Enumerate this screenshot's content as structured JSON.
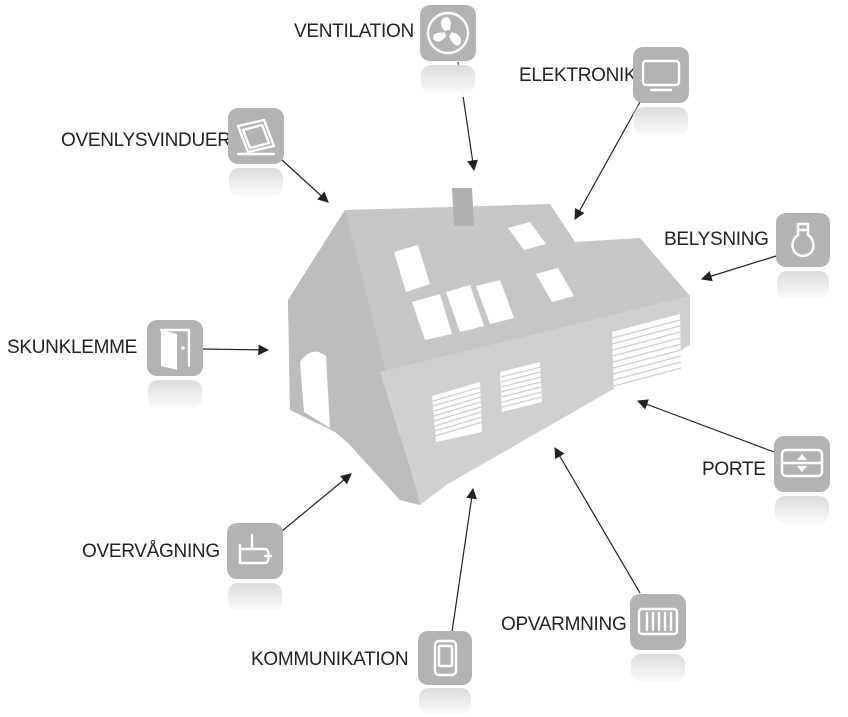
{
  "labels": {
    "ventilation": "VENTILATION",
    "elektronik": "ELEKTRONIK",
    "ovenlysvinduer": "OVENLYSVINDUER",
    "belysning": "BELYSNING",
    "skunklemme": "SKUNKLEMME",
    "porte": "PORTE",
    "overvaagning": "OVERVÅGNING",
    "opvarmning": "OPVARMNING",
    "kommunikation": "KOMMUNIKATION"
  },
  "icons": {
    "ventilation": "fan-icon",
    "elektronik": "tv-icon",
    "ovenlysvinduer": "skylight-icon",
    "belysning": "lightbulb-icon",
    "skunklemme": "door-icon",
    "porte": "garage-door-icon",
    "overvaagning": "camera-icon",
    "opvarmning": "radiator-icon",
    "kommunikation": "phone-icon"
  },
  "colors": {
    "tile": "#b3b3b3",
    "house_side": "#cfcfcf",
    "house_roof": "#c4c4c4",
    "house_gable": "#bdbdbd",
    "text": "#222222"
  }
}
